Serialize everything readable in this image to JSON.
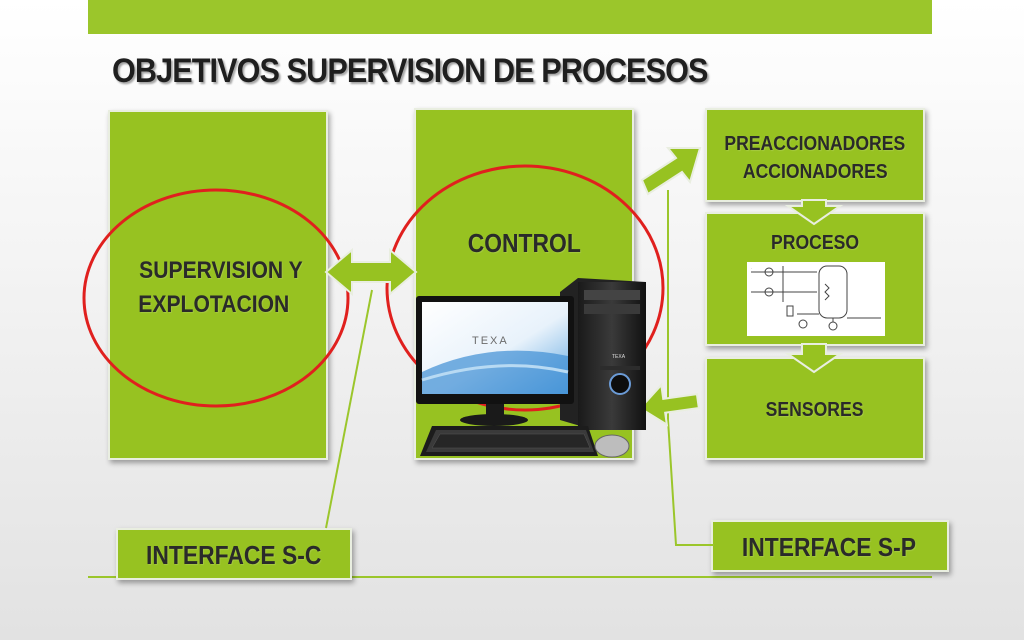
{
  "title": "OBJETIVOS SUPERVISION DE PROCESOS",
  "boxes": {
    "supervision": {
      "line1": "SUPERVISION Y",
      "line2": "EXPLOTACION"
    },
    "control": "CONTROL",
    "preaccionadores": {
      "line1": "PREACCIONADORES",
      "line2": "ACCIONADORES"
    },
    "proceso": "PROCESO",
    "sensores": "SENSORES",
    "interface_sc": "INTERFACE S-C",
    "interface_sp": "INTERFACE S-P"
  },
  "computer": {
    "monitor_brand": "TEXA",
    "tower_brand": "TEXA"
  },
  "colors": {
    "green": "#97c221",
    "circle": "#e0201e",
    "title": "#1f1f1f"
  }
}
